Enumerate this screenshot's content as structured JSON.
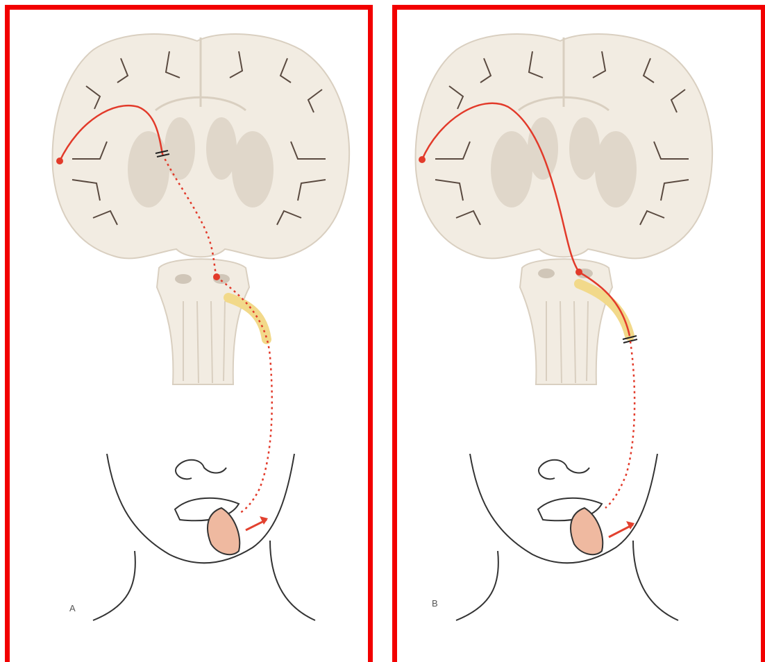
{
  "panels": [
    {
      "id": "A",
      "label": "A",
      "lesion": "upper-motor-neuron"
    },
    {
      "id": "B",
      "label": "B",
      "lesion": "lower-motor-neuron"
    }
  ],
  "colors": {
    "frame": "#f20000",
    "tissue": "#f2ece2",
    "tissue_outline": "#d9cfc0",
    "deep_nucleus": "#e0d7ca",
    "pathway": "#e23a2a",
    "nerve": "#f2d98a",
    "skin": "#ffffff",
    "tongue": "#efb9a0",
    "arrow": "#e2412f"
  }
}
